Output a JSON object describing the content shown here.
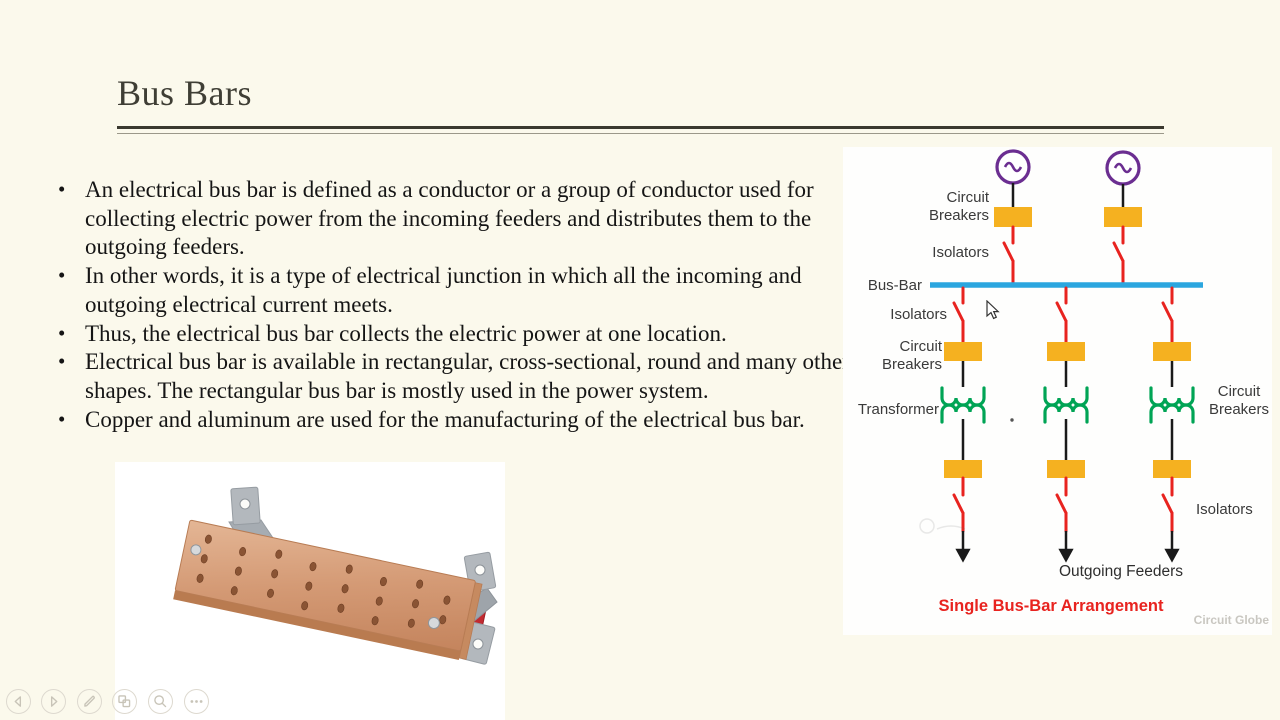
{
  "slide": {
    "title": "Bus Bars",
    "bullets": [
      "An electrical bus bar is defined as a conductor or a group of conductor used for collecting electric power from the incoming feeders and distributes them to the outgoing feeders.",
      "In other words, it is a type of electrical junction in which all the incoming and outgoing electrical current meets.",
      "Thus, the electrical bus bar collects the electric power at one location.",
      "Electrical bus bar is available in rectangular, cross-sectional, round and many other shapes. The rectangular bus bar is mostly used in the power system.",
      "Copper and aluminum are used for the manufacturing of the electrical bus bar."
    ]
  },
  "diagram": {
    "labels": {
      "circuit": "Circuit",
      "breakers": "Breakers",
      "isolators": "Isolators",
      "bus_bar": "Bus-Bar",
      "transformer": "Transformer",
      "outgoing_feeders": "Outgoing Feeders"
    },
    "caption": "Single Bus-Bar Arrangement",
    "brand": "Circuit Globe"
  },
  "toolbar": {
    "buttons": [
      {
        "icon": "previous-slide-icon"
      },
      {
        "icon": "next-slide-icon"
      },
      {
        "icon": "pen-annotate-icon"
      },
      {
        "icon": "see-all-slides-icon"
      },
      {
        "icon": "zoom-into-slide-icon"
      },
      {
        "icon": "more-options-icon"
      }
    ]
  },
  "colors": {
    "background": "#fbf9ec",
    "panel": "#fefefd",
    "title_text": "#3f3e35",
    "body_text": "#151515",
    "generator_purple": "#6b2e91",
    "breaker_yellow": "#f5b120",
    "isolator_red": "#e8231f",
    "bus_bar_blue": "#2ba6df",
    "transformer_green": "#00a455",
    "caption_red": "#e8231f",
    "brand_gray": "#c9c7c1",
    "copper": "#d09070"
  }
}
